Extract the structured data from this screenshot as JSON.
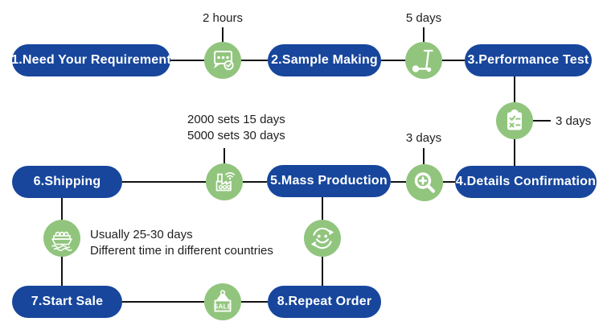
{
  "steps": [
    {
      "id": 1,
      "label": "1.Need Your Requirement"
    },
    {
      "id": 2,
      "label": "2.Sample Making"
    },
    {
      "id": 3,
      "label": "3.Performance Test"
    },
    {
      "id": 4,
      "label": "4.Details Confirmation"
    },
    {
      "id": 5,
      "label": "5.Mass Production"
    },
    {
      "id": 6,
      "label": "6.Shipping"
    },
    {
      "id": 7,
      "label": "7.Start Sale"
    },
    {
      "id": 8,
      "label": "8.Repeat Order"
    }
  ],
  "annotations": {
    "requirement_to_sample": "2 hours",
    "sample_to_test": "5 days",
    "test_to_confirmation": "3 days",
    "confirmation_to_production": "3 days",
    "production_lead_line1": "2000 sets 15 days",
    "production_lead_line2": "5000 sets 30 days",
    "shipping_line1": "Usually 25-30 days",
    "shipping_line2": "Different time in different countries"
  },
  "icons": [
    "chat-check-icon",
    "scooter-icon",
    "clipboard-checklist-icon",
    "magnifier-plus-icon",
    "factory-icon",
    "ship-icon",
    "smiley-repeat-icon",
    "sale-sign-icon"
  ],
  "sale_sign_text": "SALE",
  "colors": {
    "step_pill": "#17469c",
    "icon_circle": "#91c57d",
    "connector": "#121212",
    "annotation_text": "#1e1e1e"
  }
}
